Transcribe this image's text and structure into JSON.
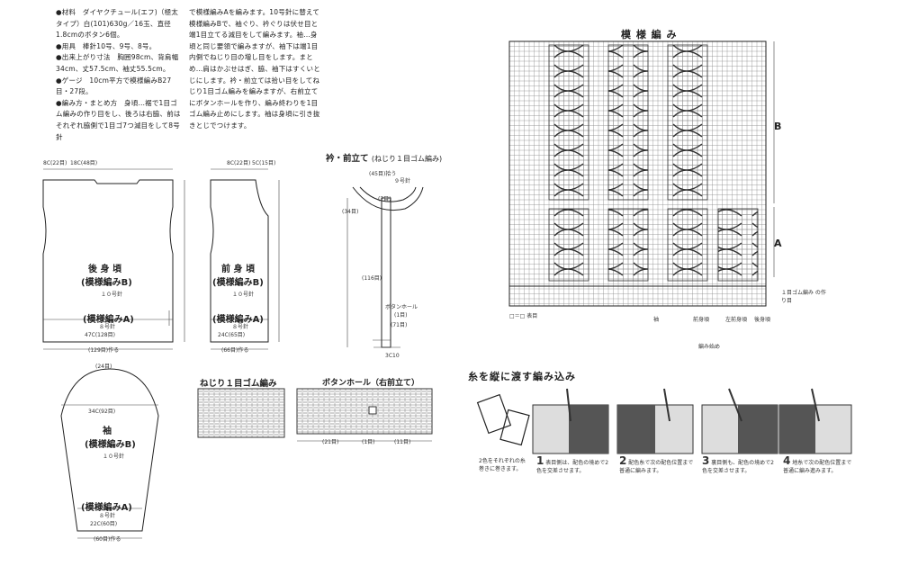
{
  "intro": {
    "materials": "●材料　ダイヤクチュール(エフ)（極太タイプ）白(101)630g／16玉、直径1.8cmのボタン6個。",
    "tools": "●用具　棒針10号、9号、8号。",
    "size": "●出来上がり寸法　胸囲98cm、背肩幅34cm、丈57.5cm、袖丈55.5cm。",
    "gauge": "●ゲージ　10cm平方で模様編みB27目・27段。",
    "method": "●編み方・まとめ方　身頃…裾で1目ゴム編みの作り目をし、後ろは右脇、前はそれぞれ脇側で1目ゴ7つ減目をして8号針",
    "method2": "で模様編みAを編みます。10号針に替えて模様編みBで、袖ぐり、衿ぐりは伏せ目と端1目立てる減目をして編みます。袖…身頃と同じ要領で編みますが、袖下は端1目内側でねじり目の増し目をします。まとめ…肩はかぶせはぎ、脇、袖下はすくいとじにします。衿・前立ては拾い目をしてねじり1目ゴム編みを編みますが、右前立てにボタンホールを作り、編み終わりを1目ゴム編み止めにします。袖は身頃に引き抜きとじでつけます。"
  },
  "back": {
    "title": "後 身 頃",
    "pattern": "(模様編みB)",
    "needle": "１０号針",
    "hem": "(模様編みA)",
    "needle8": "８号針",
    "sts": "47C(128目)",
    "width": "(129目)作る",
    "top": "18C(48目)",
    "side": "8C(22目)"
  },
  "front": {
    "title": "前 身 頃",
    "pattern": "(模様編みB)",
    "needle": "１０号針",
    "hem": "(模様編みA)",
    "needle8": "８号針",
    "sts": "24C(65目)",
    "width": "(66目)作る",
    "top": "8C(22目)",
    "top2": "5C(15目)"
  },
  "collar": {
    "title": "衿・前立て",
    "sub": "(ねじり１目ゴム編み)",
    "top": "(45目)拾う",
    "needle": "９号針",
    "buttonhole": "ボタンホール",
    "holes": "(1目)",
    "left1": "(34目)",
    "left2": "(116目)",
    "bottom": "3C10",
    "mid": "(7目)",
    "mid2": "(71目)"
  },
  "sleeve": {
    "title": "袖",
    "pattern": "(模様編みB)",
    "needle": "１０号針",
    "hem": "(模様編みA)",
    "needle8": "８号針",
    "sts": "22C(60目)",
    "width": "(60目)作る",
    "top": "34C(92目)",
    "top2": "(24目)"
  },
  "rib": {
    "title": "ねじり１目ゴム編み"
  },
  "buttonhole": {
    "title": "ボタンホール（右前立て）",
    "left": "(21目)",
    "mid": "(1目)",
    "right": "(11目)"
  },
  "pattern": {
    "title": "模 様 編 み",
    "label_b": "B",
    "label_a": "A",
    "rib_label": "１目ゴム編み の作り目",
    "legend": "□＝□ 表目",
    "marks": [
      "袖",
      "前身頃",
      "左前身頃",
      "後身頃"
    ],
    "start": "編み始め"
  },
  "technique": {
    "title": "糸を縦に渡す編み込み",
    "step0": "2色をそれぞれの糸巻きに巻きます。",
    "steps": [
      {
        "n": "1",
        "text": "表目側は、配色の境めで2色を交差させます。"
      },
      {
        "n": "2",
        "text": "配色糸で次の配色位置まで普通に編みます。"
      },
      {
        "n": "3",
        "text": "裏目側も、配色の境めで2色を交差させます。"
      },
      {
        "n": "4",
        "text": "地糸で次の配色位置まで普通に編み進みます。"
      }
    ]
  }
}
